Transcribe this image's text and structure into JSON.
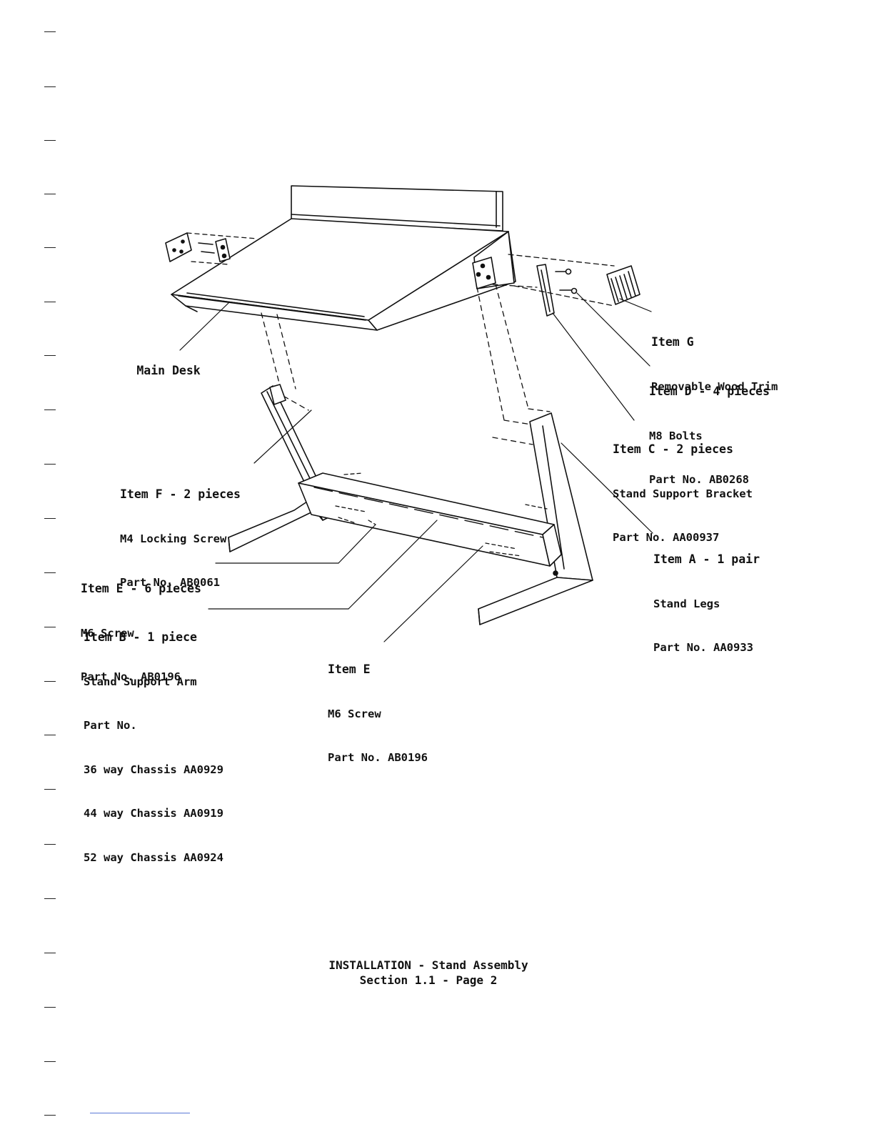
{
  "labels": {
    "main_desk": "Main Desk",
    "item_g": {
      "title": "Item G",
      "line1": "Removable Wood Trim"
    },
    "item_d": {
      "title": "Item D - 4 pieces",
      "line1": "M8 Bolts",
      "line2": "Part No. AB0268"
    },
    "item_c": {
      "title": "Item C - 2 pieces",
      "line1": "Stand Support Bracket",
      "line2": "Part No. AA00937"
    },
    "item_f": {
      "title": "Item F - 2 pieces",
      "line1": "M4 Locking Screw",
      "line2": "Part No. AB0061"
    },
    "item_a": {
      "title": "Item A - 1 pair",
      "line1": "Stand Legs",
      "line2": "Part No. AA0933"
    },
    "item_e_left": {
      "title": "Item E - 6 pieces",
      "line1": "M6 Screw",
      "line2": "Part No. AB0196"
    },
    "item_b": {
      "title": "Item B - 1 piece",
      "line1": "Stand Support Arm",
      "line2": "Part No.",
      "line3": "36 way Chassis AA0929",
      "line4": "44 way Chassis AA0919",
      "line5": "52 way Chassis AA0924"
    },
    "item_e_right": {
      "title": "Item E",
      "line1": "M6 Screw",
      "line2": "Part No. AB0196"
    }
  },
  "footer": {
    "line1": "INSTALLATION - Stand Assembly",
    "line2": "Section 1.1 - Page 2"
  }
}
